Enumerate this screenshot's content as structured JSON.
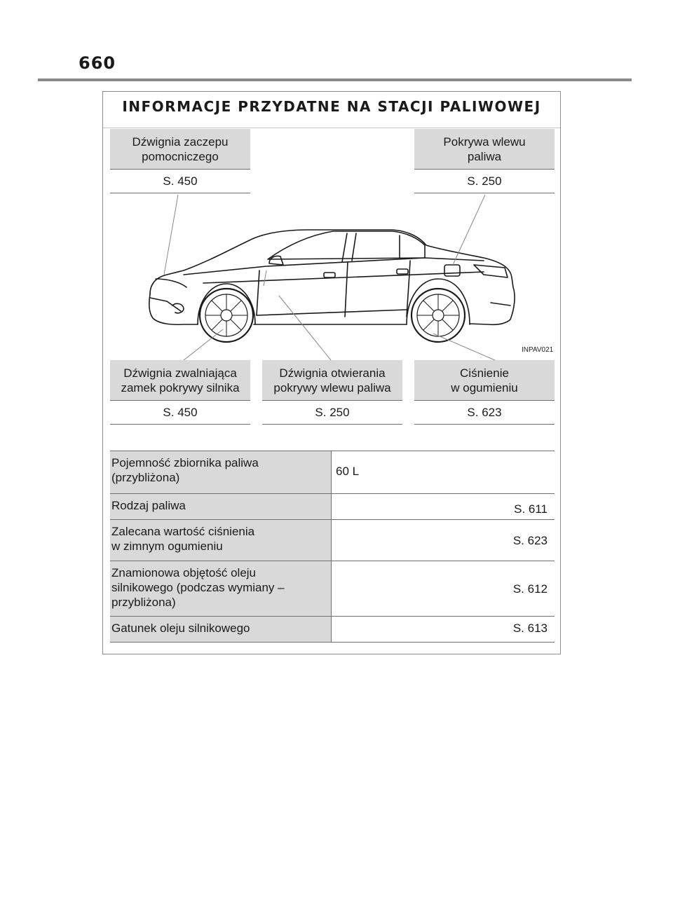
{
  "page_number": "660",
  "title": "INFORMACJE PRZYDATNE NA STACJI PALIWOWEJ",
  "image_code": "INPAV021",
  "callouts": [
    {
      "label": "Dźwignia zaczepu\npomocniczego",
      "ref": "S. 450"
    },
    {
      "label": "Pokrywa wlewu\npaliwa",
      "ref": "S. 250"
    },
    {
      "label": "Dźwignia zwalniająca\nzamek pokrywy silnika",
      "ref": "S. 450"
    },
    {
      "label": "Dźwignia otwierania\npokrywy wlewu paliwa",
      "ref": "S. 250"
    },
    {
      "label": "Ciśnienie\nw ogumieniu",
      "ref": "S. 623"
    }
  ],
  "specs": [
    {
      "label": "Pojemność zbiornika paliwa\n(przybliżona)",
      "value": "60 L"
    },
    {
      "label": "Rodzaj paliwa",
      "value": "S. 611"
    },
    {
      "label": "Zalecana wartość ciśnienia\nw zimnym ogumieniu",
      "value": "S. 623"
    },
    {
      "label": "Znamionowa objętość oleju\nsilnikowego (podczas wymiany –\nprzybliżona)",
      "value": "S. 612"
    },
    {
      "label": "Gatunek oleju silnikowego",
      "value": "S. 613"
    }
  ]
}
